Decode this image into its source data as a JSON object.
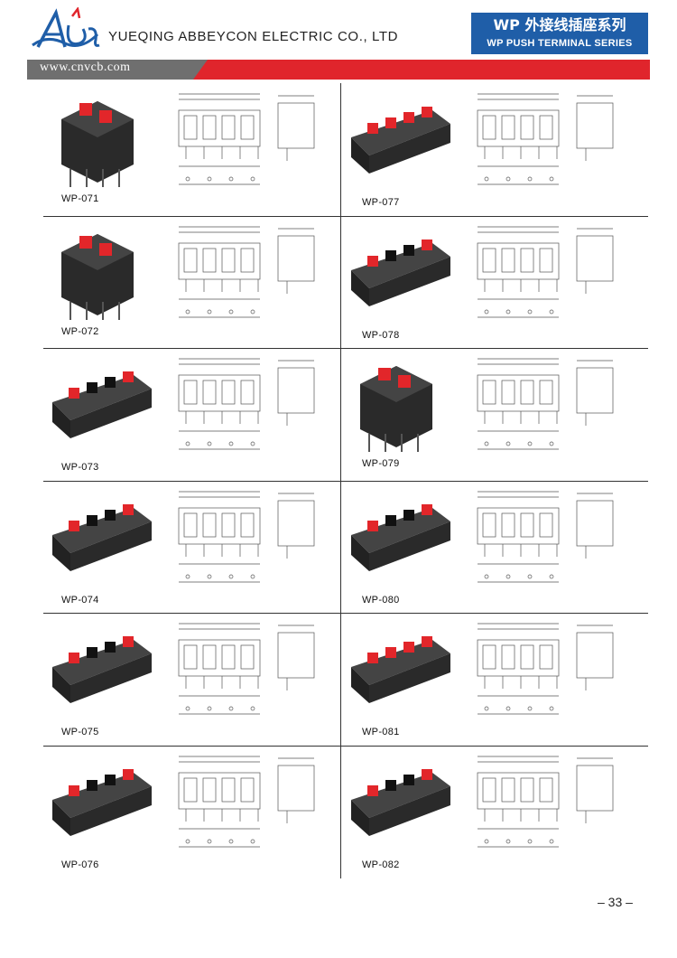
{
  "header": {
    "company": "YUEQING ABBEYCON ELECTRIC CO., LTD",
    "website": "www.cnvcb.com",
    "series_zh": "WP 外接线插座系列",
    "series_en": "WP PUSH TERMINAL SERIES"
  },
  "colors": {
    "brand_blue": "#1f5ea8",
    "band_red": "#e0252c",
    "band_grey": "#6f6f6f",
    "terminal_red": "#e2262a",
    "body_black": "#2a2a2a"
  },
  "products": [
    {
      "model": "WP-071",
      "positions": 4
    },
    {
      "model": "WP-077",
      "positions": 4
    },
    {
      "model": "WP-072",
      "positions": 4
    },
    {
      "model": "WP-078",
      "positions": 4
    },
    {
      "model": "WP-073",
      "positions": 4
    },
    {
      "model": "WP-079",
      "positions": 4
    },
    {
      "model": "WP-074",
      "positions": 4
    },
    {
      "model": "WP-080",
      "positions": 4
    },
    {
      "model": "WP-075",
      "positions": 4
    },
    {
      "model": "WP-081",
      "positions": 4
    },
    {
      "model": "WP-076",
      "positions": 4
    },
    {
      "model": "WP-082",
      "positions": 4
    }
  ],
  "page_number": "– 33 –"
}
